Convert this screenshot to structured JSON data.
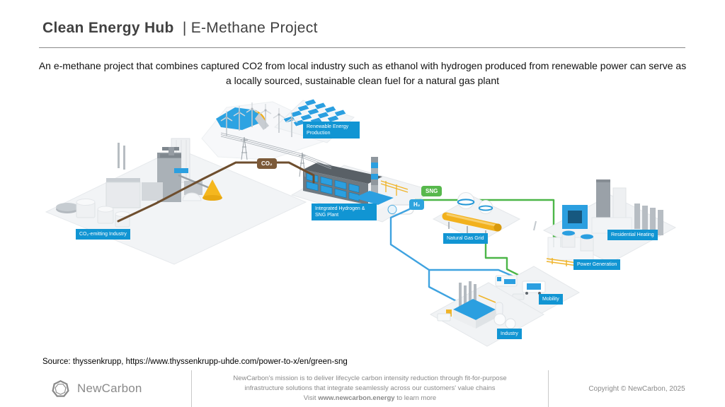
{
  "header": {
    "title_bold": "Clean Energy Hub",
    "title_regular": "| E-Methane Project"
  },
  "subtitle": "An e-methane project that combines captured CO2 from local industry such as ethanol with hydrogen produced from renewable power can serve as a locally sourced, sustainable clean fuel for a natural gas plant",
  "diagram": {
    "labels": {
      "renewable": "Renewable Energy Production",
      "co2_pipeline": "CO₂",
      "sng_plant": "Integrated Hydrogen & SNG Plant",
      "co2_industry": "CO₂-emitting Industry",
      "sng": "SNG",
      "h2": "H₂",
      "natural_gas_grid": "Natural Gas Grid",
      "residential_heating": "Residential Heating",
      "power_generation": "Power Generation",
      "mobility": "Mobility",
      "industry": "Industry"
    },
    "colors": {
      "label_blue": "#1195d3",
      "sng_green": "#57b84c",
      "h2_blue": "#2ea4de",
      "co2_brown": "#6e4e2e",
      "pipeline_yellow": "#f2b11d",
      "module_blue": "#2b9fe0"
    }
  },
  "source": "Source: thyssenkrupp, https://www.thyssenkrupp-uhde.com/power-to-x/en/green-sng",
  "footer": {
    "brand": "NewCarbon",
    "mission_line1": "NewCarbon's mission is to deliver lifecycle carbon intensity reduction through fit-for-purpose",
    "mission_line2": "infrastructure solutions that integrate seamlessly across our customers' value chains",
    "visit_prefix": "Visit ",
    "visit_link": "www.newcarbon.energy",
    "visit_suffix": " to learn more",
    "copyright": "Copyright © NewCarbon, 2025"
  }
}
